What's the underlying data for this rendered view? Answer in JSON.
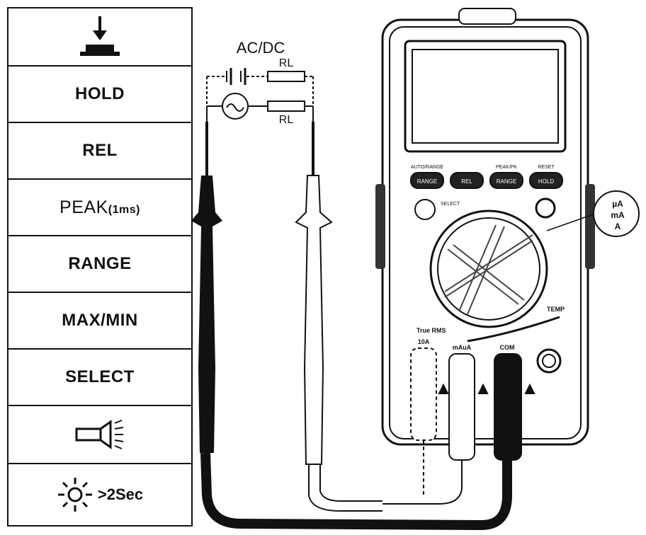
{
  "panel": {
    "buttons": [
      {
        "label": "",
        "icon": "hold-down-arrow-icon"
      },
      {
        "label": "HOLD"
      },
      {
        "label": "REL"
      },
      {
        "label": "PEAK",
        "suffix": "(1ms)"
      },
      {
        "label": "RANGE"
      },
      {
        "label": "MAX/MIN"
      },
      {
        "label": "SELECT"
      },
      {
        "label": "",
        "icon": "flashlight-icon"
      },
      {
        "label": ">2Sec",
        "icon": "backlight-sun-icon"
      }
    ]
  },
  "circuit": {
    "title": "AC/DC",
    "resistor_top": "RL",
    "resistor_bottom": "RL"
  },
  "meter": {
    "keys": [
      "RANGE",
      "REL",
      "RANGE",
      "HOLD"
    ],
    "key_captions": [
      "AUTO/RANGE",
      "",
      "PEAK/PK",
      "RESET"
    ],
    "select_label": "SELECT",
    "true_rms": "True RMS",
    "temp_label": "TEMP",
    "jacks": [
      "10A",
      "mAuA",
      "COM"
    ],
    "side_note": [
      "µA",
      "mA",
      "A"
    ]
  }
}
